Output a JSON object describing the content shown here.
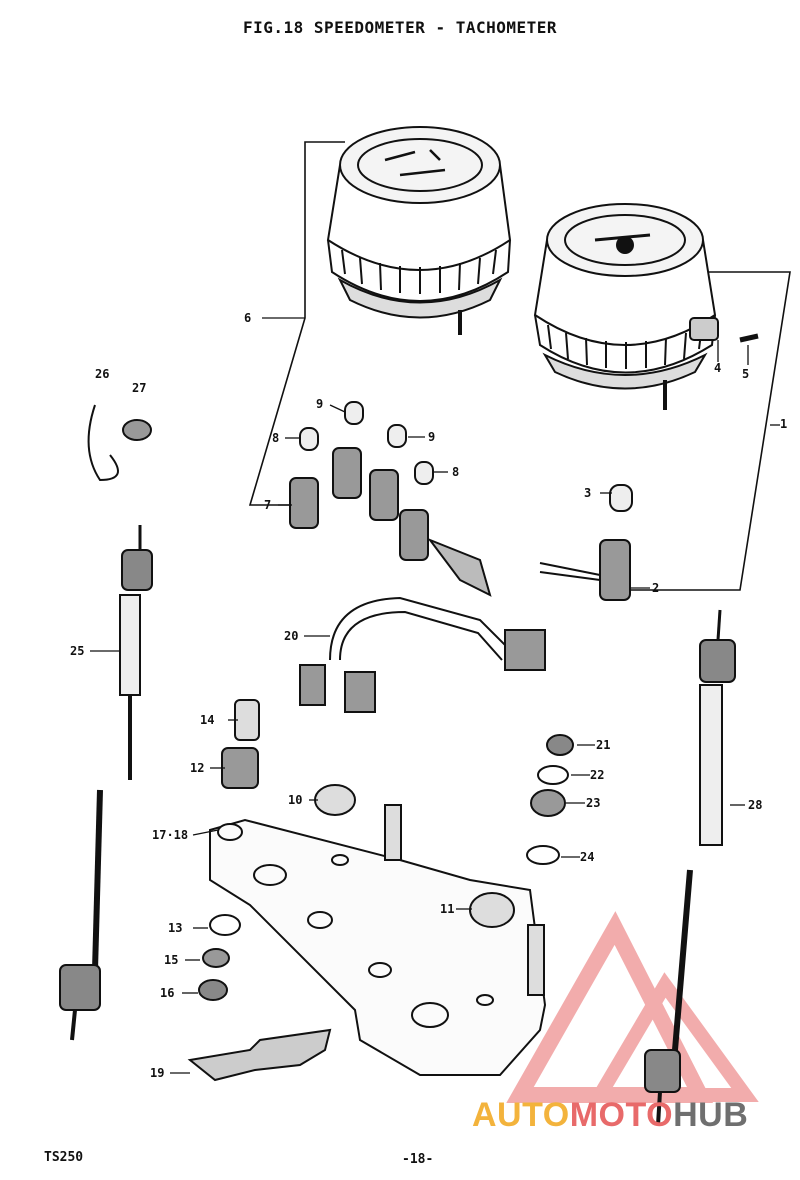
{
  "header": {
    "title": "FIG.18  SPEEDOMETER - TACHOMETER"
  },
  "footer": {
    "model": "TS250",
    "page": "-18-"
  },
  "watermark": {
    "part1": "AUTO",
    "part2": "MOTO",
    "part3": "HUB",
    "colors": {
      "auto": "#f3b33c",
      "moto": "#e86a6a",
      "hub": "#6f6f6f",
      "logo": "#e86a6a"
    }
  },
  "callouts": [
    {
      "id": "1",
      "label": "1"
    },
    {
      "id": "2",
      "label": "2"
    },
    {
      "id": "3",
      "label": "3"
    },
    {
      "id": "4",
      "label": "4"
    },
    {
      "id": "5",
      "label": "5"
    },
    {
      "id": "6",
      "label": "6"
    },
    {
      "id": "7",
      "label": "7"
    },
    {
      "id": "8a",
      "label": "8"
    },
    {
      "id": "8b",
      "label": "8"
    },
    {
      "id": "9a",
      "label": "9"
    },
    {
      "id": "9b",
      "label": "9"
    },
    {
      "id": "10",
      "label": "10"
    },
    {
      "id": "11",
      "label": "11"
    },
    {
      "id": "12",
      "label": "12"
    },
    {
      "id": "13",
      "label": "13"
    },
    {
      "id": "14",
      "label": "14"
    },
    {
      "id": "15",
      "label": "15"
    },
    {
      "id": "16",
      "label": "16"
    },
    {
      "id": "17",
      "label": "17·18"
    },
    {
      "id": "19",
      "label": "19"
    },
    {
      "id": "20",
      "label": "20"
    },
    {
      "id": "21",
      "label": "21"
    },
    {
      "id": "22",
      "label": "22"
    },
    {
      "id": "23",
      "label": "23"
    },
    {
      "id": "24",
      "label": "24"
    },
    {
      "id": "25",
      "label": "25"
    },
    {
      "id": "26",
      "label": "26"
    },
    {
      "id": "27",
      "label": "27"
    },
    {
      "id": "28",
      "label": "28"
    }
  ]
}
